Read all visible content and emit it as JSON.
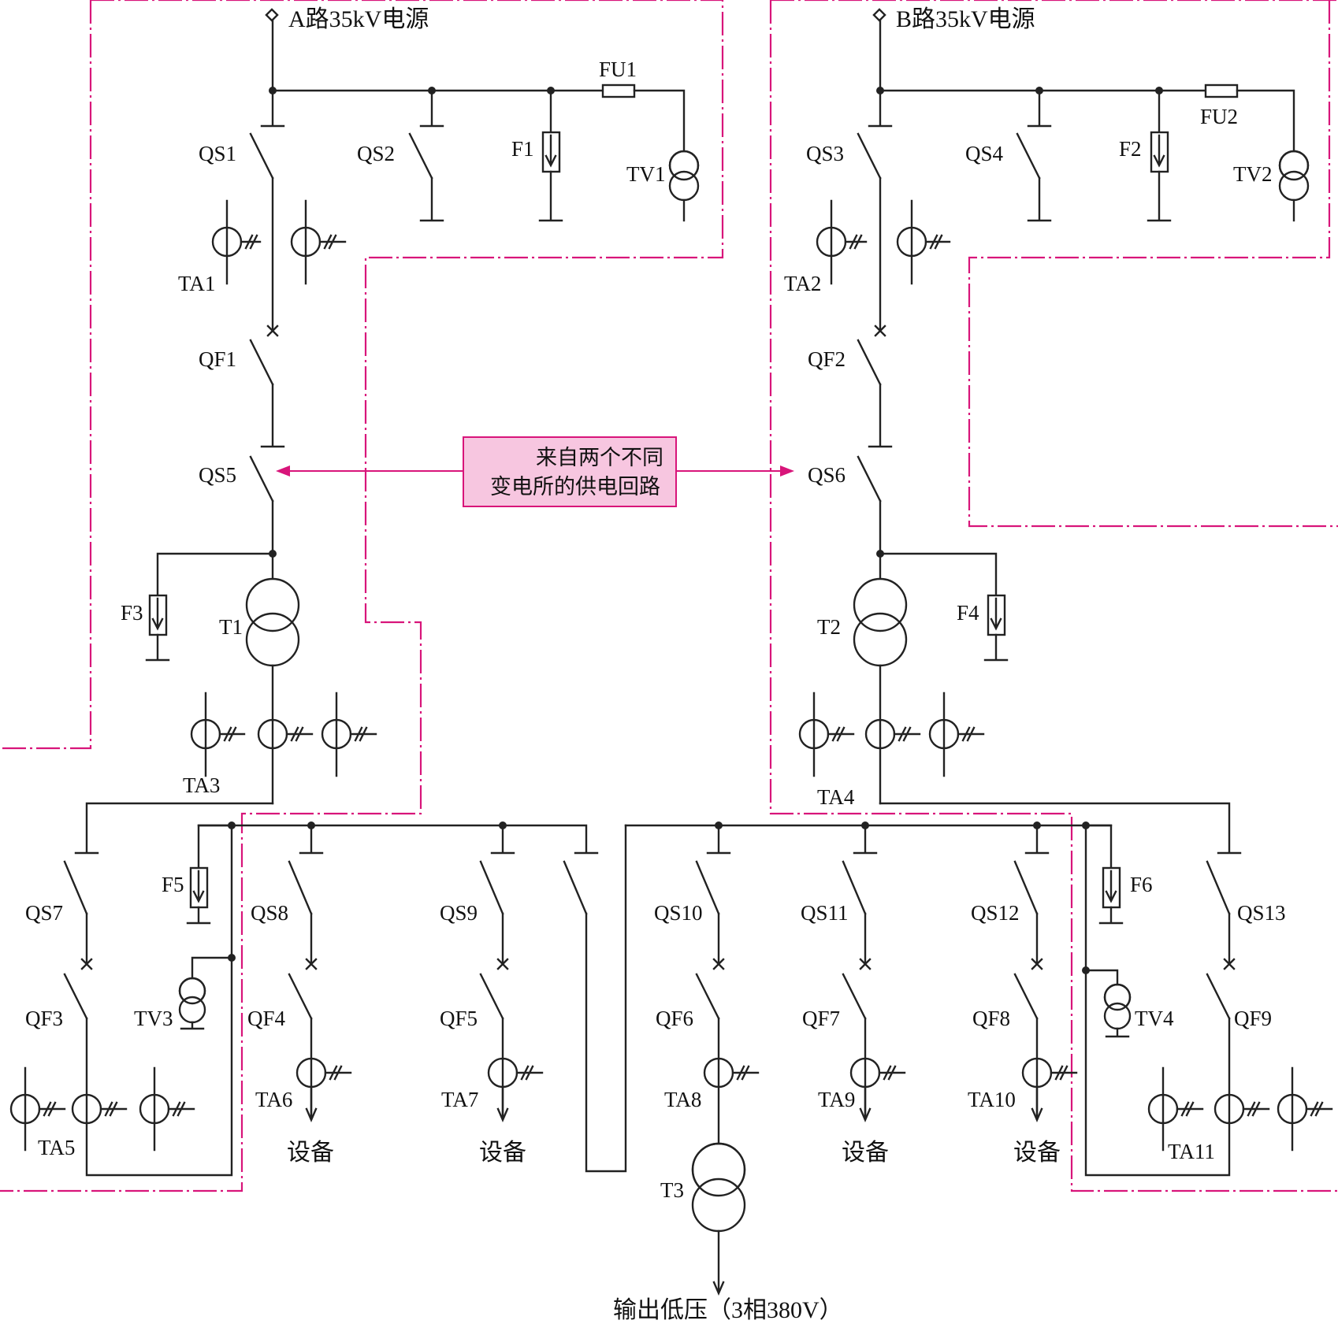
{
  "labels": {
    "source_a": "A路35kV电源",
    "source_b": "B路35kV电源",
    "note_line1": "来自两个不同",
    "note_line2": "变电所的供电回路",
    "output": "输出低压（3相380V）",
    "equip": "设备"
  },
  "components": {
    "QS1": "QS1",
    "QS2": "QS2",
    "QS3": "QS3",
    "QS4": "QS4",
    "QS5": "QS5",
    "QS6": "QS6",
    "QS7": "QS7",
    "QS8": "QS8",
    "QS9": "QS9",
    "QS10": "QS10",
    "QS11": "QS11",
    "QS12": "QS12",
    "QS13": "QS13",
    "QF1": "QF1",
    "QF2": "QF2",
    "QF3": "QF3",
    "QF4": "QF4",
    "QF5": "QF5",
    "QF6": "QF6",
    "QF7": "QF7",
    "QF8": "QF8",
    "QF9": "QF9",
    "FU1": "FU1",
    "FU2": "FU2",
    "F1": "F1",
    "F2": "F2",
    "F3": "F3",
    "F4": "F4",
    "F5": "F5",
    "F6": "F6",
    "TV1": "TV1",
    "TV2": "TV2",
    "TV3": "TV3",
    "TV4": "TV4",
    "T1": "T1",
    "T2": "T2",
    "T3": "T3",
    "TA1": "TA1",
    "TA2": "TA2",
    "TA3": "TA3",
    "TA4": "TA4",
    "TA5": "TA5",
    "TA6": "TA6",
    "TA7": "TA7",
    "TA8": "TA8",
    "TA9": "TA9",
    "TA10": "TA10",
    "TA11": "TA11"
  },
  "colors": {
    "wire": "#222222",
    "boundary": "#d8157a",
    "note_fill": "#f7c6e0",
    "note_stroke": "#d8157a"
  }
}
